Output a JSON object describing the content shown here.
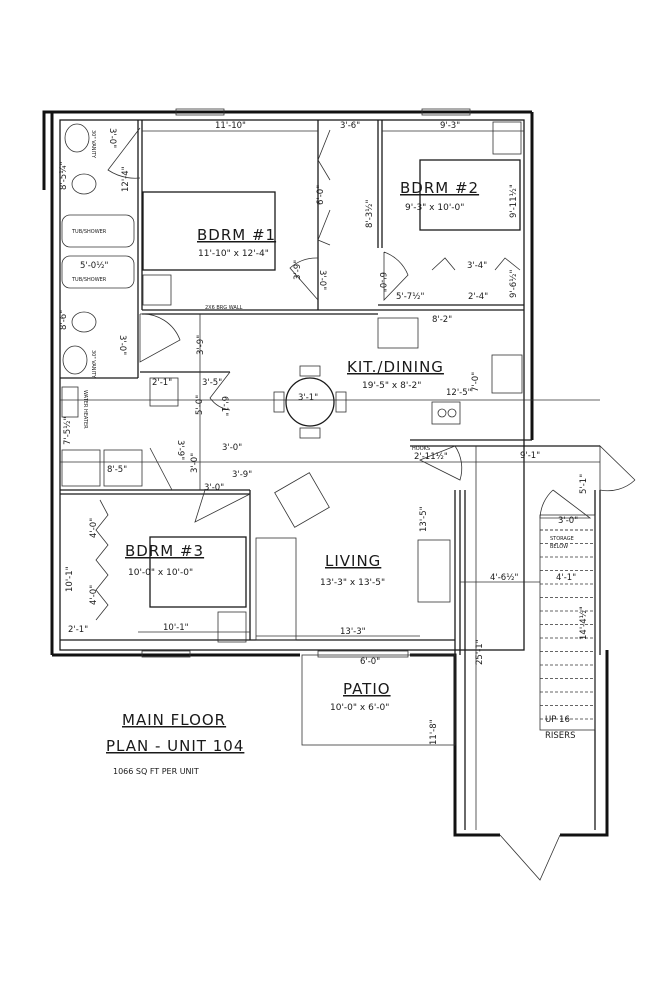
{
  "rooms": {
    "bdrm1": {
      "name": "BDRM #1",
      "size": "11'-10\" x 12'-4\""
    },
    "bdrm2": {
      "name": "BDRM #2",
      "size": "9'-3\" x 10'-0\""
    },
    "bdrm3": {
      "name": "BDRM #3",
      "size": "10'-0\" x 10'-0\""
    },
    "kitchen": {
      "name": "KIT./DINING",
      "size": "19'-5\" x 8'-2\""
    },
    "living": {
      "name": "LIVING",
      "size": "13'-3\" x 13'-5\""
    },
    "patio": {
      "name": "PATIO",
      "size": "10'-0\" x 6'-0\""
    }
  },
  "title": {
    "line1": "MAIN FLOOR",
    "line2": "PLAN - UNIT 104",
    "area": "1066 SQ FT PER UNIT"
  },
  "notes": {
    "tub1": "TUB/SHOWER",
    "tub2": "TUB/SHOWER",
    "vanity1": "30\" VANITY",
    "vanity2": "30\" VANITY",
    "water_heater": "WATER HEATER",
    "hooks": "HOOKS",
    "storage": "STORAGE",
    "below": "BELOW",
    "up": "UP 16",
    "risers": "RISERS",
    "brg_wall": "2X6 BRG WALL"
  },
  "dimensions": [
    "11'-10\"",
    "3'-6\"",
    "9'-3\"",
    "12'-4\"",
    "6'-0\"",
    "8'-3½\"",
    "9'-11½\"",
    "3'-0\"",
    "8'-5¼\"",
    "5'-0½\"",
    "8'-6\"",
    "3'-0\"",
    "3'-9\"",
    "3'-9\"",
    "3'-0\"",
    "3'-0\"",
    "6'-0\"",
    "3'-4\"",
    "5'-7½\"",
    "2'-4\"",
    "9'-6½\"",
    "8'-2\"",
    "7'-0\"",
    "12'-5\"",
    "3'-1\"",
    "2'-1\"",
    "3'-5\"",
    "5'-0\"",
    "6'-1\"",
    "7'-5½\"",
    "3'-9\"",
    "3'-0\"",
    "8'-5\"",
    "3'-9\"",
    "3'-0\"",
    "10'-1\"",
    "4'-0\"",
    "4'-0\"",
    "2'-1\"",
    "10'-1\"",
    "13'-3\"",
    "6'-0\"",
    "13'-5\"",
    "2'-11½\"",
    "9'-1\"",
    "5'-1\"",
    "4'-6½\"",
    "4'-1\"",
    "14'-4½\"",
    "25'-1\"",
    "11'-8\"",
    "3'-0\""
  ]
}
